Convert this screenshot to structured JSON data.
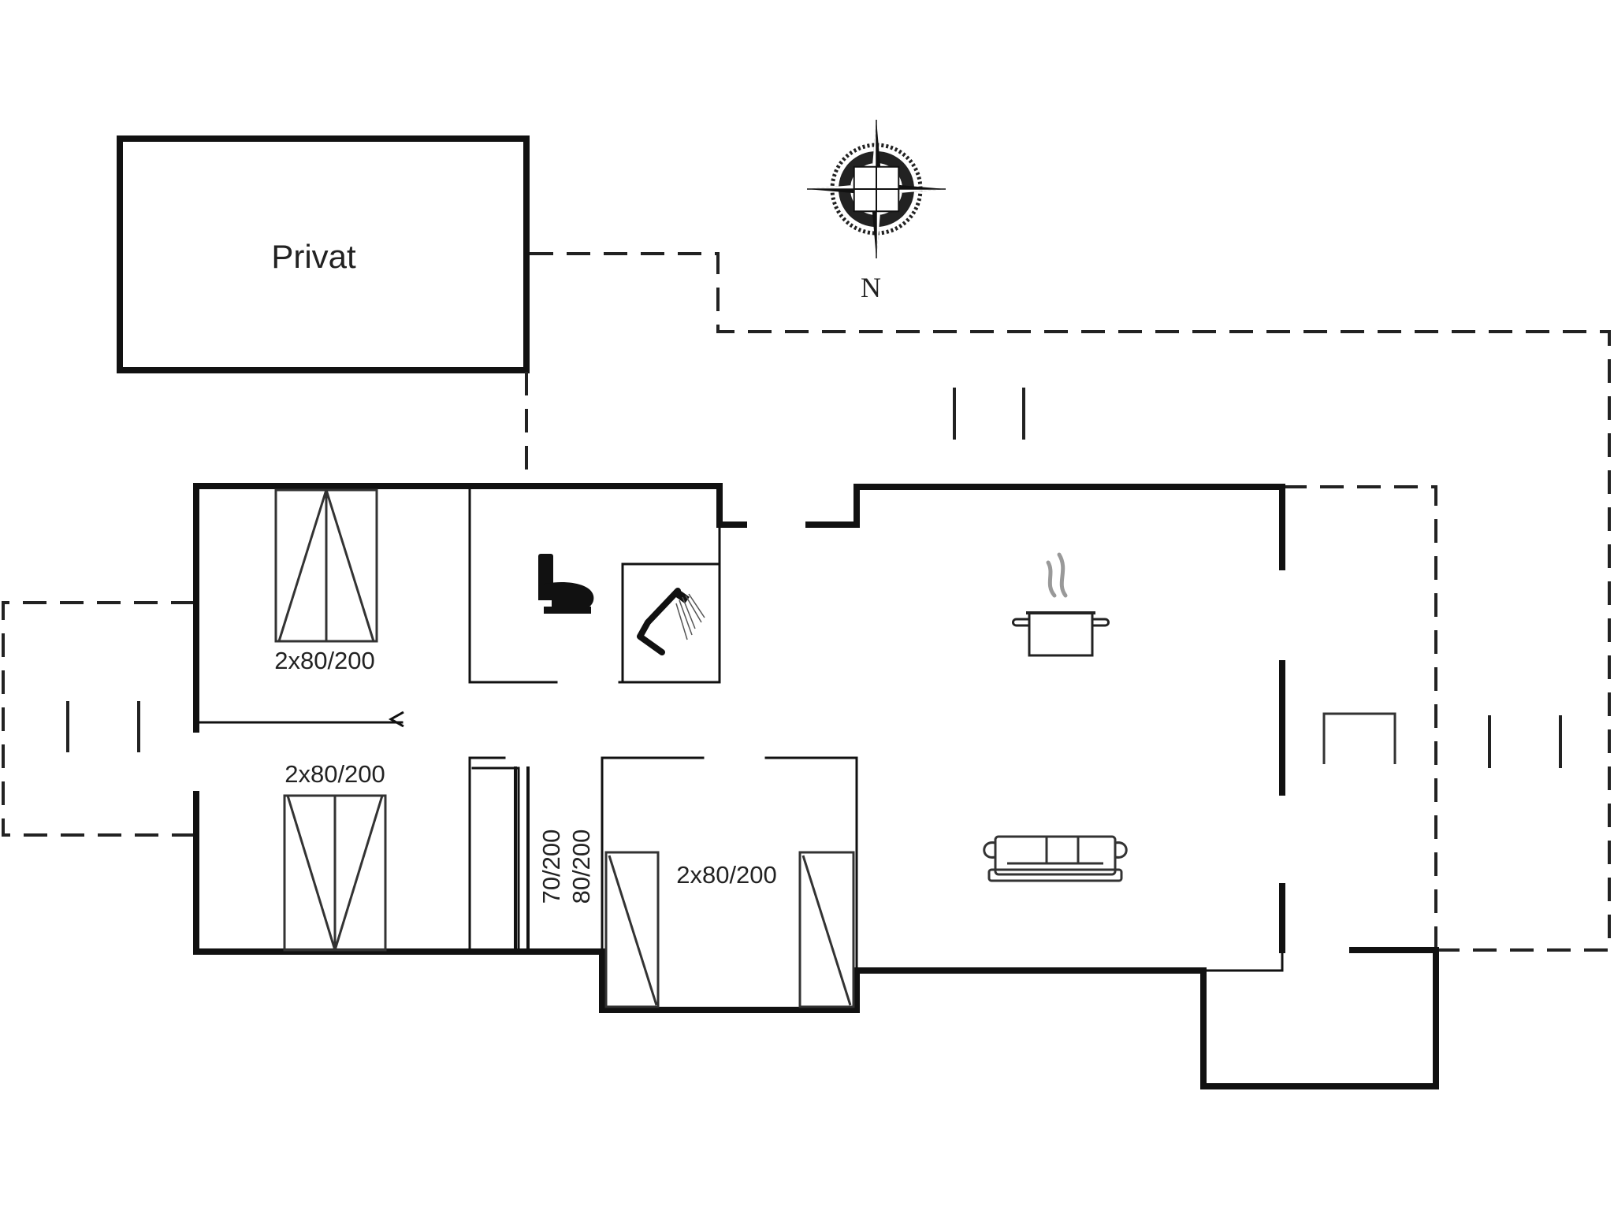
{
  "rooms": {
    "privat": "Privat"
  },
  "beds": {
    "bed_top_left": "2x80/200",
    "bed_bottom_left": "2x80/200",
    "bed_center": "2x80/200",
    "bunk_narrow": "70/200",
    "bunk_wide": "80/200"
  },
  "compass": {
    "north_label": "N"
  },
  "icons": [
    "compass-rose-icon",
    "toilet-icon",
    "shower-icon",
    "cooking-pot-icon",
    "sofa-icon",
    "table-icon",
    "bed-icon"
  ]
}
